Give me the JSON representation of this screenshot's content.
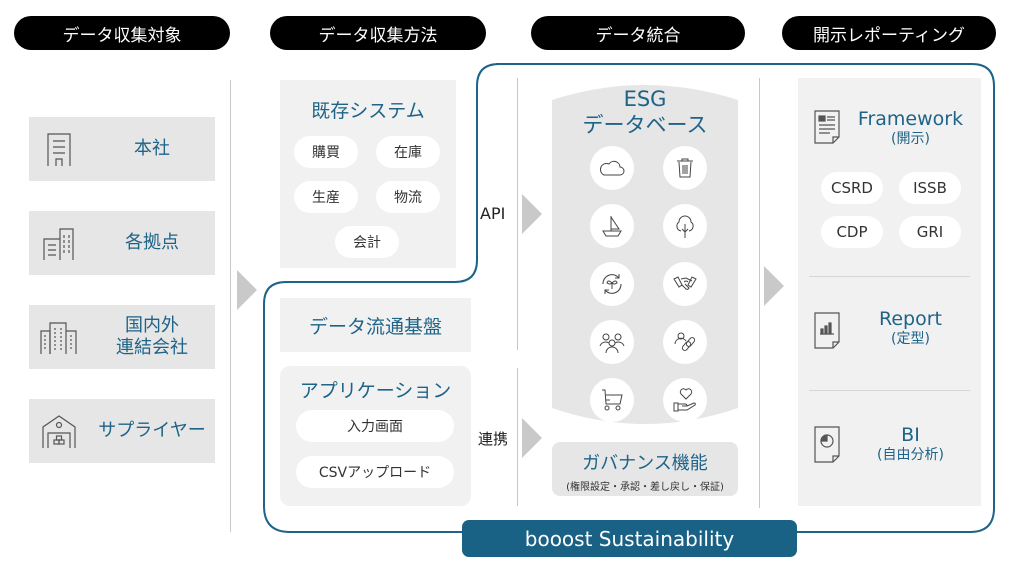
{
  "headers": [
    "データ収集対象",
    "データ収集方法",
    "データ統合",
    "開示レポーティング"
  ],
  "sources": [
    {
      "label": "本社",
      "icon": "office-building-icon"
    },
    {
      "label": "各拠点",
      "icon": "branch-buildings-icon"
    },
    {
      "label": "国内外\n連結会社",
      "line1": "国内外",
      "line2": "連結会社",
      "icon": "group-buildings-icon"
    },
    {
      "label": "サプライヤー",
      "icon": "warehouse-icon"
    }
  ],
  "methods": {
    "existing_systems": {
      "title": "既存システム",
      "chips": [
        "購買",
        "在庫",
        "生産",
        "物流",
        "会計"
      ]
    },
    "platform": {
      "title": "データ流通基盤"
    },
    "application": {
      "title": "アプリケーション",
      "chips": [
        "入力画面",
        "CSVアップロード"
      ]
    }
  },
  "connectors": {
    "api": "API",
    "link": "連携"
  },
  "integration": {
    "db_title_line1": "ESG",
    "db_title_line2": "データベース",
    "icons": [
      "cloud-icon",
      "trash-icon",
      "sailboat-icon",
      "tree-icon",
      "recycle-sprout-icon",
      "handshake-icon",
      "people-group-icon",
      "person-link-icon",
      "shopping-cart-icon",
      "hand-heart-icon"
    ],
    "governance_title": "ガバナンス機能",
    "governance_sub": "(権限設定・承認・差し戻し・保証)"
  },
  "reporting": {
    "framework": {
      "title": "Framework",
      "sub": "(開示)",
      "chips": [
        "CSRD",
        "ISSB",
        "CDP",
        "GRI"
      ]
    },
    "report": {
      "title": "Report",
      "sub": "(定型)"
    },
    "bi": {
      "title": "BI",
      "sub": "(自由分析)"
    }
  },
  "product_label": "booost Sustainability",
  "colors": {
    "accent": "#1e6388",
    "badge": "#1a6285",
    "header_bg": "#000000",
    "panel": "#e8e8e8"
  }
}
